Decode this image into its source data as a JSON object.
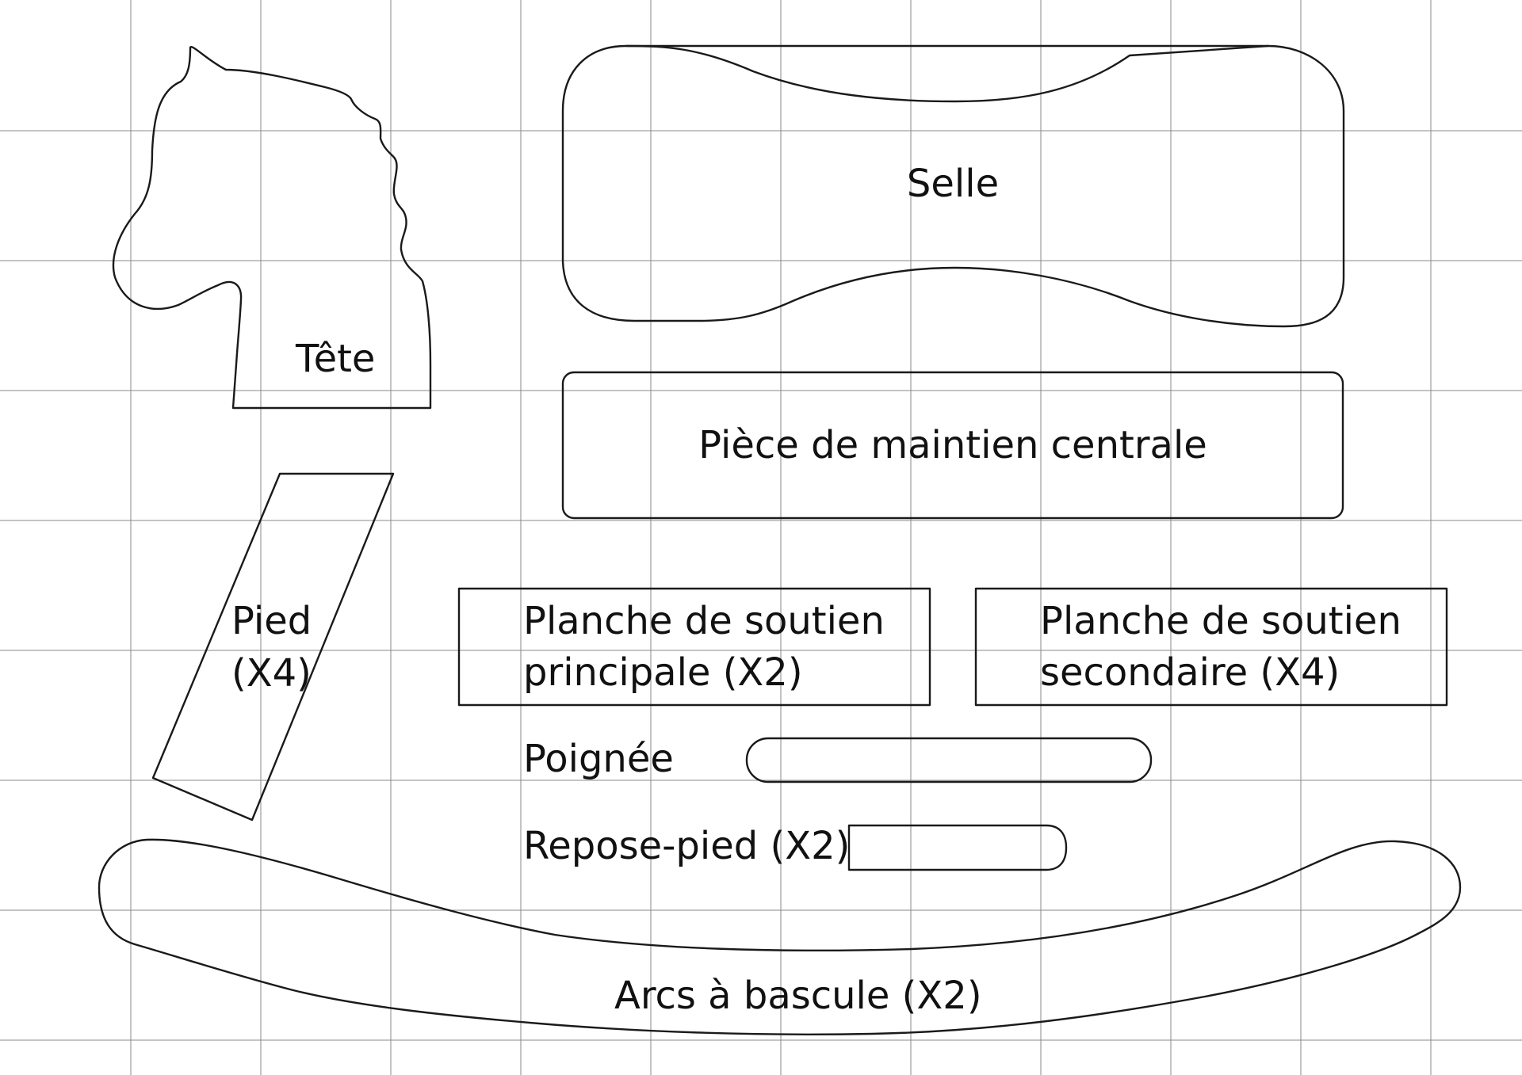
{
  "colors": {
    "grid": "#8a8a8a",
    "outline": "#1a1a1a",
    "text": "#111111",
    "background": "#ffffff"
  },
  "pieces": {
    "tete": {
      "label": "Tête"
    },
    "selle": {
      "label": "Selle"
    },
    "piece_maintien": {
      "label": "Pièce de maintien centrale"
    },
    "pied": {
      "line1": "Pied",
      "line2": "(X4)"
    },
    "planche_principale": {
      "line1": "Planche de soutien",
      "line2": "principale (X2)"
    },
    "planche_secondaire": {
      "line1": "Planche de soutien",
      "line2": "secondaire (X4)"
    },
    "poignee": {
      "label": "Poignée"
    },
    "repose_pied": {
      "label": "Repose-pied (X2)"
    },
    "arcs": {
      "label": "Arcs à bascule (X2)"
    }
  }
}
